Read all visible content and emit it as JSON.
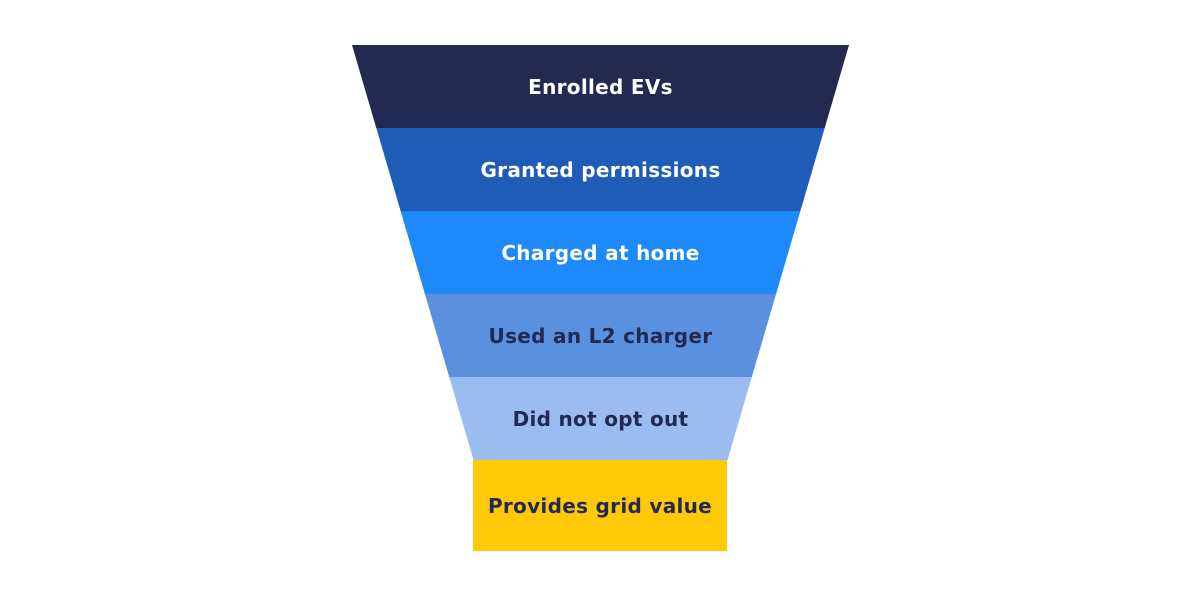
{
  "chart_data": {
    "type": "funnel",
    "orientation": "vertical-tapering",
    "values_shown": false,
    "background": "#FFFFFF",
    "stages": [
      {
        "label": "Enrolled EVs",
        "bg": "#232A52",
        "text_color": "#FFFFFF"
      },
      {
        "label": "Granted permissions",
        "bg": "#1F5CB8",
        "text_color": "#FFFFFF"
      },
      {
        "label": "Charged at home",
        "bg": "#1E89FA",
        "text_color": "#FFFFFF"
      },
      {
        "label": "Used an L2 charger",
        "bg": "#5B90DF",
        "text_color": "#232A52"
      },
      {
        "label": "Did not opt out",
        "bg": "#9BBCEF",
        "text_color": "#232A52"
      },
      {
        "label": "Provides grid value",
        "bg": "#FFC907",
        "text_color": "#232A52"
      }
    ]
  }
}
